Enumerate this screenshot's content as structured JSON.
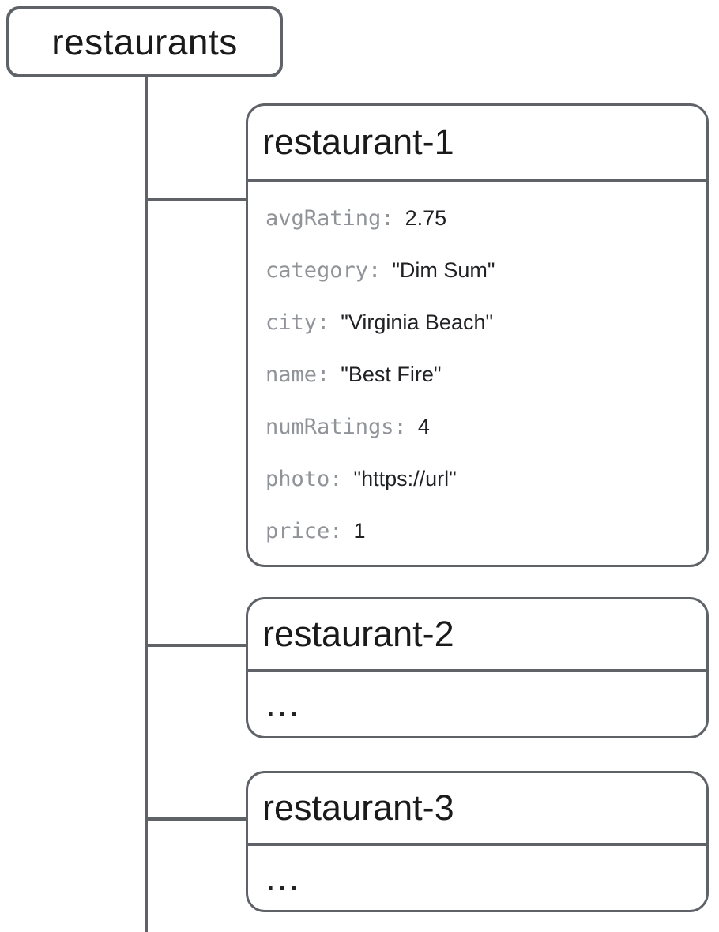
{
  "diagram": {
    "colors": {
      "line": "#5f6368",
      "key_text": "#909499",
      "value_text": "#202124",
      "title_text": "#1a1a1a",
      "background": "#ffffff"
    },
    "root": {
      "label": "restaurants"
    },
    "children": [
      {
        "title": "restaurant-1",
        "fields": [
          {
            "key": "avgRating:",
            "value": "2.75"
          },
          {
            "key": "category:",
            "value": "\"Dim Sum\""
          },
          {
            "key": "city:",
            "value": "\"Virginia Beach\""
          },
          {
            "key": "name:",
            "value": "\"Best Fire\""
          },
          {
            "key": "numRatings:",
            "value": "4"
          },
          {
            "key": "photo:",
            "value": "\"https://url\""
          },
          {
            "key": "price:",
            "value": "1"
          }
        ]
      },
      {
        "title": "restaurant-2",
        "body": "..."
      },
      {
        "title": "restaurant-3",
        "body": "..."
      }
    ]
  }
}
